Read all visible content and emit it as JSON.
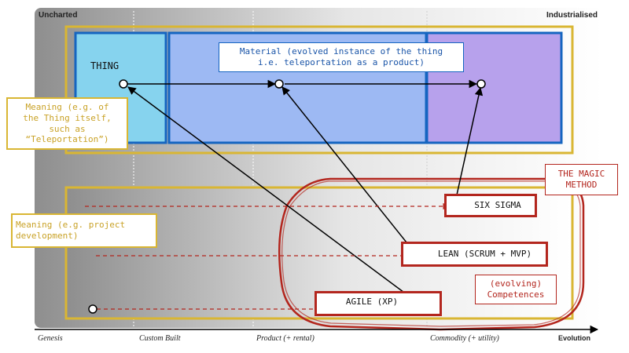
{
  "corners": {
    "left": "Uncharted",
    "right": "Industrialised"
  },
  "axis": {
    "stages": [
      "Genesis",
      "Custom Built",
      "Product (+ rental)",
      "Commodity (+ utility)"
    ],
    "end_label": "Evolution"
  },
  "top": {
    "thing_label": "THING",
    "material_note": "Material (evolved instance of the thing\ni.e. teleportation as a product)",
    "meaning_note": "Meaning (e.g. of\nthe Thing itself,\nsuch as\n“Teleportation”)"
  },
  "bottom": {
    "meaning_note": "Meaning (e.g. project\ndevelopment)",
    "magic_method": "THE MAGIC\nMETHOD",
    "six_sigma": "SIX SIGMA",
    "lean": "LEAN (SCRUM + MVP)",
    "agile": "AGILE (XP)",
    "competences": "(evolving)\nCompetences"
  },
  "colors": {
    "accent_yellow": "#d9b633",
    "note_text_yellow": "#c9a227",
    "blue_border": "#1565c0",
    "blue_text": "#1a55a8",
    "red": "#b3261e",
    "cyan_fill": "#86d3ee",
    "blue_fill": "#9db9f3",
    "purple_fill": "#b7a1ec"
  }
}
